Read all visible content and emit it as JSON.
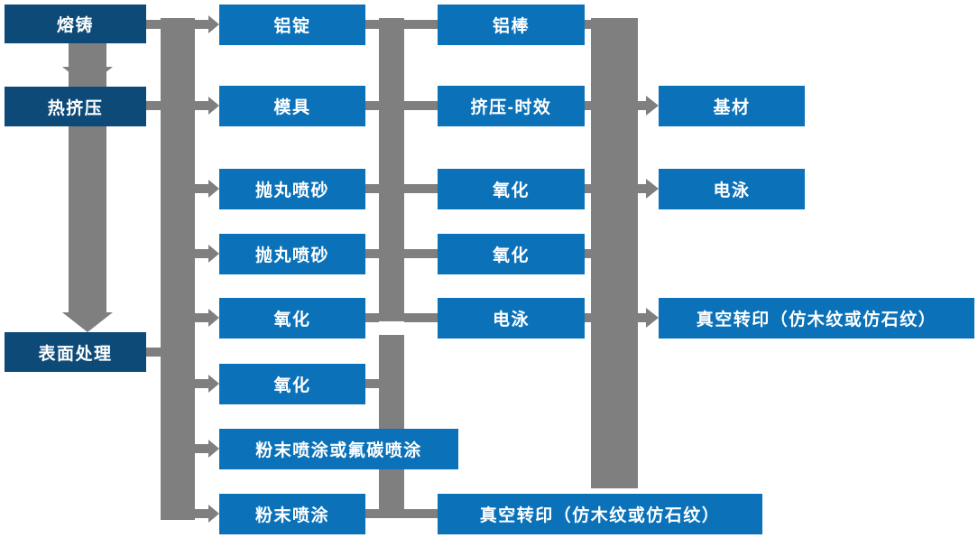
{
  "colors": {
    "background": "#ffffff",
    "box_primary": "#0b72b9",
    "box_dark": "#0d4a78",
    "connector": "#7f7f7f",
    "text": "#ffffff"
  },
  "nodes": {
    "melting": "熔铸",
    "hot_extrusion": "热挤压",
    "surface_treatment": "表面处理",
    "aluminum_ingot": "铝锭",
    "mold": "模具",
    "shot_blast_1": "抛丸喷砂",
    "shot_blast_2": "抛丸喷砂",
    "oxidation_a1": "氧化",
    "oxidation_a2": "氧化",
    "powder_or_fluorocarbon_coating": "粉末喷涂或氟碳喷涂",
    "powder_coating": "粉末喷涂",
    "aluminum_rod": "铝棒",
    "extrusion_aging": "挤压-时效",
    "oxidation_b1": "氧化",
    "oxidation_b2": "氧化",
    "electrophoresis_1": "电泳",
    "vacuum_transfer_bottom": "真空转印（仿木纹或仿石纹）",
    "base_material": "基材",
    "electrophoresis_2": "电泳",
    "vacuum_transfer_right": "真空转印（仿木纹或仿石纹）"
  },
  "connectors": {
    "main_chain_arrows": [
      "熔铸",
      "热挤压",
      "表面处理"
    ],
    "branch_arrow_targets": [
      "铝锭",
      "模具",
      "抛丸喷砂",
      "抛丸喷砂",
      "氧化",
      "氧化",
      "粉末喷涂或氟碳喷涂",
      "粉末喷涂"
    ],
    "paired_rows": [
      [
        "铝锭",
        "铝棒"
      ],
      [
        "模具",
        "挤压-时效"
      ],
      [
        "抛丸喷砂",
        "氧化"
      ],
      [
        "抛丸喷砂",
        "氧化"
      ],
      [
        "氧化",
        "电泳"
      ]
    ],
    "merge_to_bottom_row": [
      "氧化",
      "粉末喷涂",
      "真空转印（仿木纹或仿石纹）"
    ],
    "output_arrow_targets": [
      "基材",
      "电泳",
      "真空转印（仿木纹或仿石纹）"
    ]
  }
}
